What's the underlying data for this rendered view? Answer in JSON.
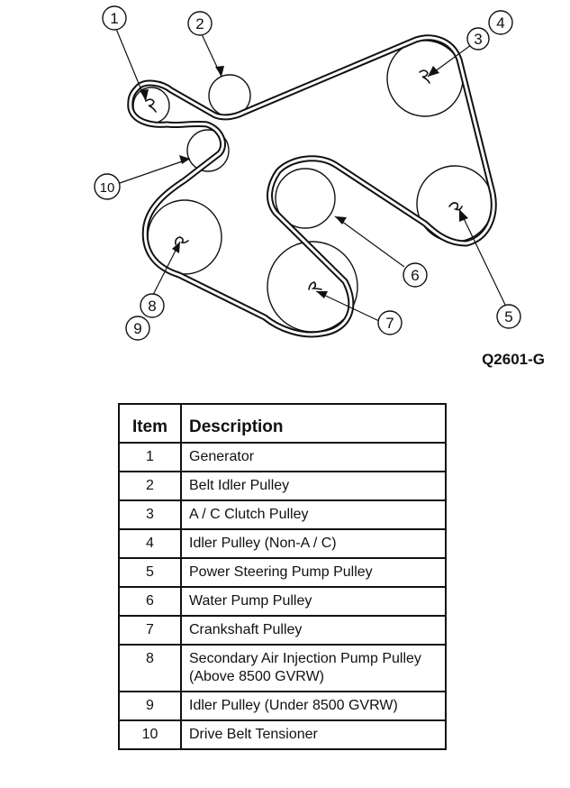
{
  "figure": {
    "code": "Q2601-G",
    "callouts": [
      "1",
      "2",
      "3",
      "4",
      "5",
      "6",
      "7",
      "8",
      "9",
      "10"
    ]
  },
  "table": {
    "headers": {
      "item": "Item",
      "description": "Description"
    },
    "rows": [
      {
        "item": "1",
        "description": "Generator"
      },
      {
        "item": "2",
        "description": "Belt Idler Pulley"
      },
      {
        "item": "3",
        "description": "A / C Clutch Pulley"
      },
      {
        "item": "4",
        "description": "Idler Pulley (Non-A / C)"
      },
      {
        "item": "5",
        "description": "Power Steering Pump Pulley"
      },
      {
        "item": "6",
        "description": "Water Pump Pulley"
      },
      {
        "item": "7",
        "description": "Crankshaft Pulley"
      },
      {
        "item": "8",
        "description": "Secondary Air Injection Pump Pulley (Above 8500 GVRW)"
      },
      {
        "item": "9",
        "description": "Idler Pulley (Under 8500 GVRW)"
      },
      {
        "item": "10",
        "description": "Drive Belt Tensioner"
      }
    ]
  }
}
